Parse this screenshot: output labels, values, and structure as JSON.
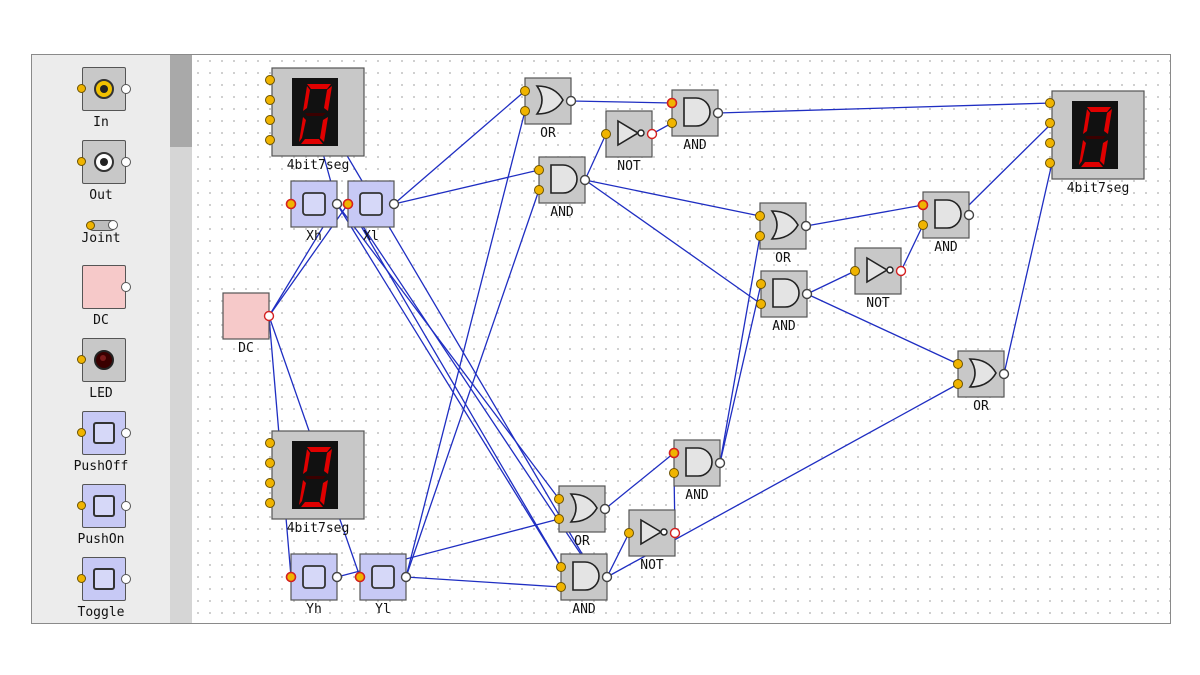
{
  "palette": {
    "items": [
      {
        "label": "In",
        "icon": "input-pin-icon"
      },
      {
        "label": "Out",
        "icon": "output-pin-icon"
      },
      {
        "label": "Joint",
        "icon": "joint-icon"
      },
      {
        "label": "DC",
        "icon": "dc-source-icon"
      },
      {
        "label": "LED",
        "icon": "led-icon"
      },
      {
        "label": "PushOff",
        "icon": "push-off-switch-icon"
      },
      {
        "label": "PushOn",
        "icon": "push-on-switch-icon"
      },
      {
        "label": "Toggle",
        "icon": "toggle-switch-icon"
      }
    ]
  },
  "canvas": {
    "displays": [
      {
        "id": "seg-x",
        "label": "4bit7seg",
        "digit": "0"
      },
      {
        "id": "seg-y",
        "label": "4bit7seg",
        "digit": "0"
      },
      {
        "id": "seg-out",
        "label": "4bit7seg",
        "digit": "0"
      }
    ],
    "switches": [
      {
        "id": "sw-xh",
        "label": "Xh"
      },
      {
        "id": "sw-xl",
        "label": "Xl"
      },
      {
        "id": "sw-yh",
        "label": "Yh"
      },
      {
        "id": "sw-yl",
        "label": "Yl"
      }
    ],
    "dc": {
      "label": "DC"
    },
    "gates": [
      {
        "id": "g1",
        "type": "OR",
        "label": "OR"
      },
      {
        "id": "g2",
        "type": "AND",
        "label": "AND"
      },
      {
        "id": "g3",
        "type": "NOT",
        "label": "NOT"
      },
      {
        "id": "g4",
        "type": "AND",
        "label": "AND"
      },
      {
        "id": "g5",
        "type": "OR",
        "label": "OR"
      },
      {
        "id": "g6",
        "type": "AND",
        "label": "AND"
      },
      {
        "id": "g7",
        "type": "NOT",
        "label": "NOT"
      },
      {
        "id": "g8",
        "type": "AND",
        "label": "AND"
      },
      {
        "id": "g9",
        "type": "OR",
        "label": "OR"
      },
      {
        "id": "g10",
        "type": "OR",
        "label": "OR"
      },
      {
        "id": "g11",
        "type": "AND",
        "label": "AND"
      },
      {
        "id": "g12",
        "type": "NOT",
        "label": "NOT"
      },
      {
        "id": "g13",
        "type": "AND",
        "label": "AND"
      }
    ]
  },
  "colors": {
    "wire": "#1f2ec2",
    "segment_on": "#e00000",
    "dc_fill": "#f6c9c9",
    "switch_fill": "#c7c9f5",
    "gate_fill": "#c8c8c8"
  }
}
